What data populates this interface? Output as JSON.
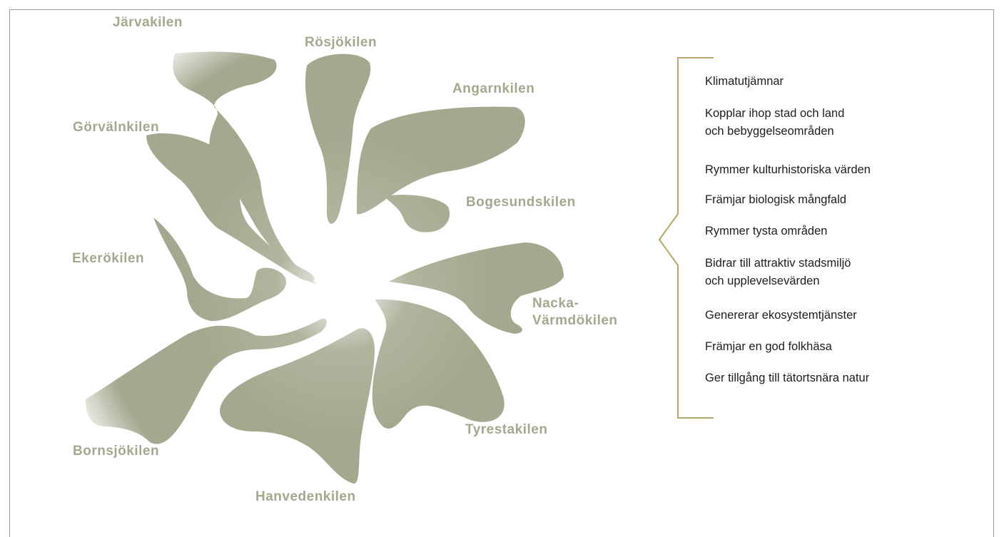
{
  "wedges": [
    {
      "id": "jarvakilen",
      "name": "Järvakilen"
    },
    {
      "id": "rosjokilen",
      "name": "Rösjökilen"
    },
    {
      "id": "angarnkilen",
      "name": "Angarnkilen"
    },
    {
      "id": "gorvalnkilen",
      "name": "Görvälnkilen"
    },
    {
      "id": "bogesundskilen",
      "name": "Bogesundskilen"
    },
    {
      "id": "ekerokilen",
      "name": "Ekerökilen"
    },
    {
      "id": "nacka",
      "name_line1": "Nacka-",
      "name_line2": "Värmdökilen"
    },
    {
      "id": "tyrestakilen",
      "name": "Tyrestakilen"
    },
    {
      "id": "bornsjokilen",
      "name": "Bornsjökilen"
    },
    {
      "id": "hanvedenkilen",
      "name": "Hanvedenkilen"
    }
  ],
  "benefits": [
    {
      "line1": "Klimatutjämnar"
    },
    {
      "line1": "Kopplar ihop stad och land",
      "line2": "och bebyggelseområden"
    },
    {
      "line1": "Rymmer kulturhistoriska värden"
    },
    {
      "line1": "Främjar biologisk mångfald"
    },
    {
      "line1": "Rymmer tysta områden"
    },
    {
      "line1": "Bidrar till attraktiv stadsmiljö",
      "line2": "och upplevelsevärden"
    },
    {
      "line1": "Genererar ekosystemtjänster"
    },
    {
      "line1": "Främjar en god folkhäsa"
    },
    {
      "line1": "Ger tillgång till tätortsnära natur"
    }
  ],
  "colors": {
    "wedge_fill": "#a3a88e",
    "label": "#a3a88e",
    "text": "#1d1d1b",
    "brace": "#b8a76a",
    "frame": "#9a9a9a"
  }
}
